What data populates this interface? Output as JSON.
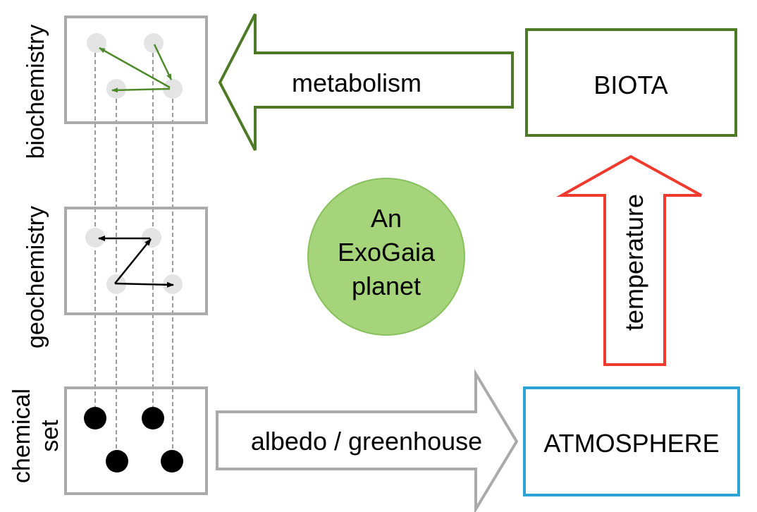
{
  "labels": {
    "biochemistry": "biochemistry",
    "geochemistry": "geochemistry",
    "chemical_set_line1": "chemical",
    "chemical_set_line2": "set",
    "metabolism": "metabolism",
    "biota": "BIOTA",
    "planet_line1": "An",
    "planet_line2": "ExoGaia",
    "planet_line3": "planet",
    "temperature": "temperature",
    "albedo_greenhouse": "albedo / greenhouse",
    "atmosphere": "ATMOSPHERE"
  },
  "colors": {
    "panel_border": "#aaaaaa",
    "biota_green": "#4e7a27",
    "reaction_green": "#4e8a2a",
    "planet_fill": "#a5d47a",
    "planet_stroke": "#87c05c",
    "temperature_red": "#f03a2e",
    "atmosphere_blue": "#2ea3d6",
    "node_grey": "#e4e4e4",
    "node_black": "#000000"
  },
  "icons": {
    "metabolism_arrow": "block-arrow-left",
    "temperature_arrow": "block-arrow-up",
    "albedo_arrow": "block-arrow-right"
  }
}
